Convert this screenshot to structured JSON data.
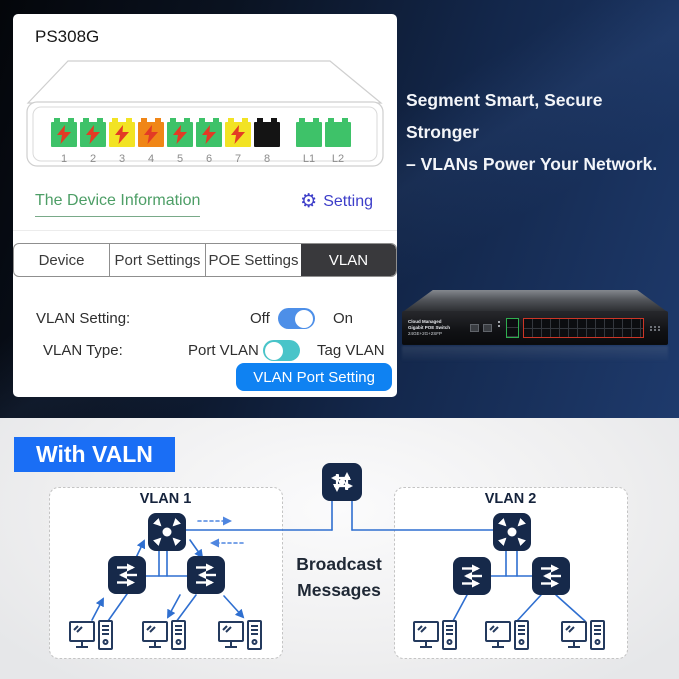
{
  "device_card": {
    "title": "PS308G",
    "ports": [
      {
        "label": "1",
        "color": "#3ec269",
        "bolt": true
      },
      {
        "label": "2",
        "color": "#3ec269",
        "bolt": true
      },
      {
        "label": "3",
        "color": "#f2e324",
        "bolt": true
      },
      {
        "label": "4",
        "color": "#f08617",
        "bolt": true
      },
      {
        "label": "5",
        "color": "#3ec269",
        "bolt": true
      },
      {
        "label": "6",
        "color": "#3ec269",
        "bolt": true
      },
      {
        "label": "7",
        "color": "#f2e324",
        "bolt": true
      },
      {
        "label": "8",
        "color": "#141414",
        "bolt": false
      },
      {
        "label": "L1",
        "color": "#3ec269",
        "bolt": false,
        "gap_before": true
      },
      {
        "label": "L2",
        "color": "#3ec269",
        "bolt": false
      }
    ],
    "device_info_link": "The Device Information",
    "setting_label": "Setting",
    "tabs": [
      {
        "label": "Device",
        "active": false
      },
      {
        "label": "Port Settings",
        "active": false
      },
      {
        "label": "POE Settings",
        "active": false
      },
      {
        "label": "VLAN",
        "active": true
      }
    ],
    "vlan_setting_row": {
      "label": "VLAN Setting:",
      "off_label": "Off",
      "on_label": "On",
      "state": "on"
    },
    "vlan_type_row": {
      "label": "VLAN Type:",
      "left_label": "Port VLAN",
      "right_label": "Tag VLAN",
      "state": "port_vlan"
    },
    "button_label": "VLAN Port Setting"
  },
  "headline": {
    "line1": "Segment Smart, Secure Stronger",
    "line2": "– VLANs Power Your Network."
  },
  "product_switch": {
    "line1": "Cloud Managed",
    "line2": "Gigabit POE Switch",
    "line3": "24GE+2G+2SFP"
  },
  "diagram": {
    "banner": "With VALN",
    "vlan1_label": "VLAN 1",
    "vlan2_label": "VLAN 2",
    "broadcast": {
      "line1": "Broadcast",
      "line2": "Messages"
    }
  },
  "colors": {
    "banner_blue": "#1a6ef5",
    "button_blue": "#0f82f2",
    "toggle_blue": "#4d8fe8",
    "toggle_teal": "#49c4c9",
    "link_green": "#4d9e66",
    "setting_indigo": "#3d3ec9",
    "bolt_red": "#e33b25",
    "icon_navy": "#16294a",
    "line_blue": "#2f6fd0"
  },
  "icons": [
    "gear-icon",
    "lightning-icon",
    "router-icon",
    "hub-icon",
    "switch-icon",
    "computer-icon"
  ]
}
